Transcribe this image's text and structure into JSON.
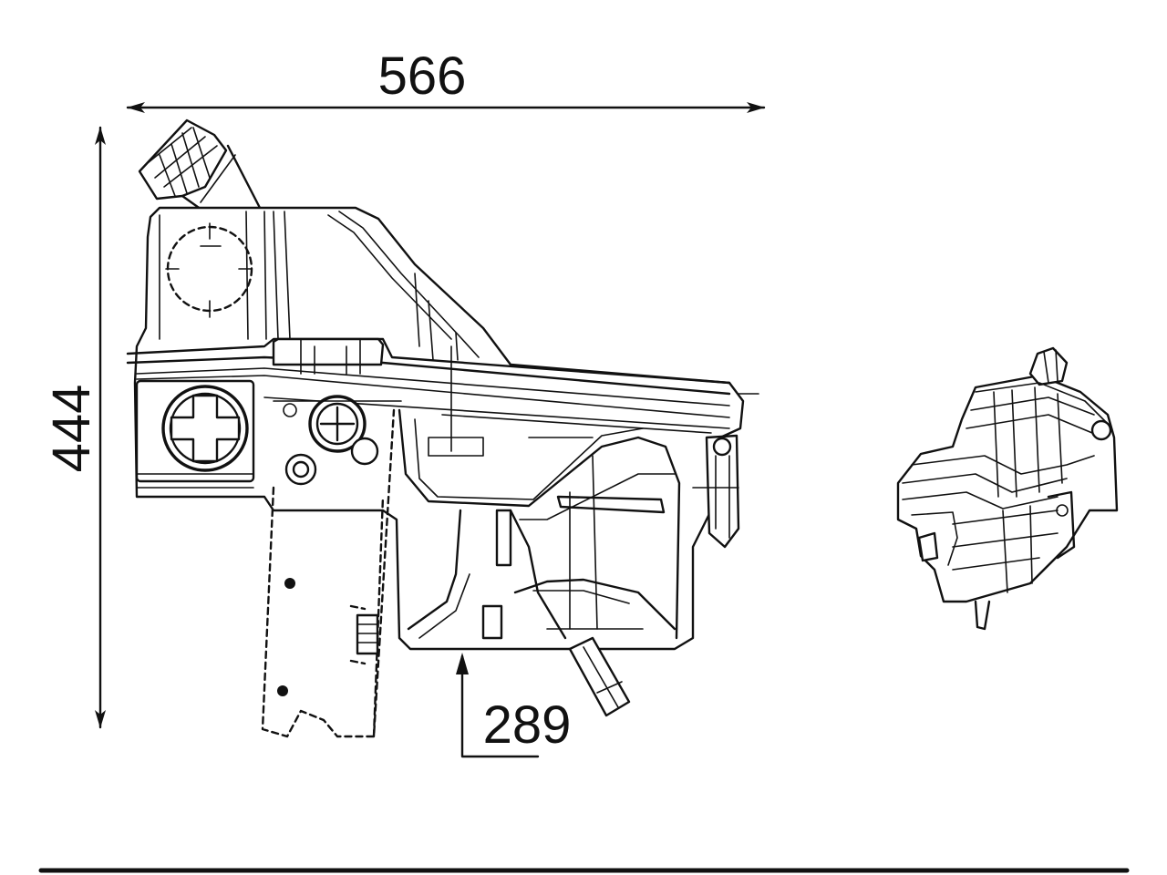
{
  "dimensions": {
    "width_label": "566",
    "height_label": "444",
    "depth_label": "289"
  },
  "colors": {
    "line": "#111111",
    "background": "#ffffff"
  }
}
